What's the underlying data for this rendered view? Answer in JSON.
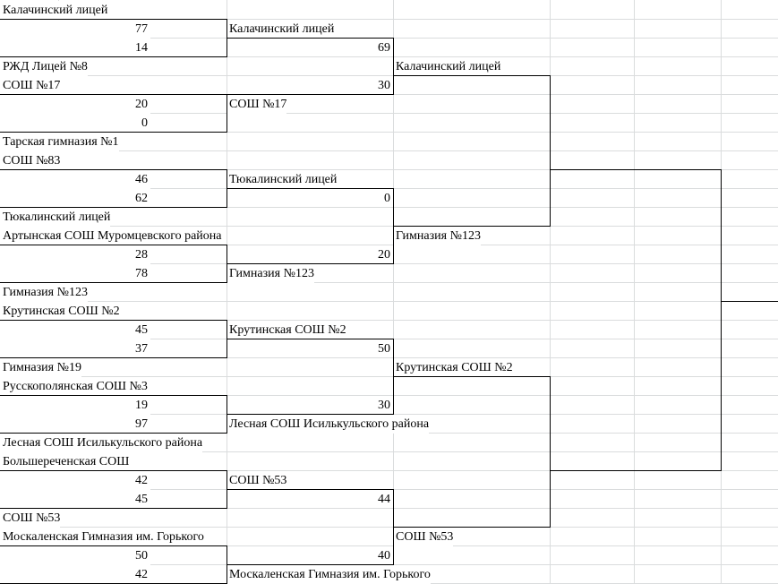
{
  "sheet": {
    "round1": [
      {
        "team_a": "Калачинский лицей",
        "score_a": "77",
        "score_b": "14",
        "team_b": "РЖД Лицей №8"
      },
      {
        "team_a": "СОШ №17",
        "score_a": "20",
        "score_b": "0",
        "team_b": "Тарская гимназия №1"
      },
      {
        "team_a": "СОШ №83",
        "score_a": "46",
        "score_b": "62",
        "team_b": "Тюкалинский лицей"
      },
      {
        "team_a": "Артынская СОШ Муромцевского района",
        "score_a": "28",
        "score_b": "78",
        "team_b": "Гимназия №123"
      },
      {
        "team_a": "Крутинская СОШ №2",
        "score_a": "45",
        "score_b": "37",
        "team_b": "Гимназия №19"
      },
      {
        "team_a": "Русскополянская СОШ №3",
        "score_a": "19",
        "score_b": "97",
        "team_b": "Лесная СОШ Исилькульского района"
      },
      {
        "team_a": "Большереченская СОШ",
        "score_a": "42",
        "score_b": "45",
        "team_b": "СОШ №53"
      },
      {
        "team_a": "Москаленская Гимназия им. Горького",
        "score_a": "50",
        "score_b": "42",
        "team_b": ""
      }
    ],
    "round2": [
      {
        "winner_a": "Калачинский лицей",
        "score_a": "69",
        "score_b": "30",
        "winner_b": "СОШ №17"
      },
      {
        "winner_a": "Тюкалинский лицей",
        "score_a": "0",
        "score_b": "20",
        "winner_b": "Гимназия №123"
      },
      {
        "winner_a": "Крутинская СОШ №2",
        "score_a": "50",
        "score_b": "30",
        "winner_b": "Лесная СОШ Исилькульского района"
      },
      {
        "winner_a": "СОШ №53",
        "score_a": "44",
        "score_b": "40",
        "winner_b": "Москаленская Гимназия им. Горького"
      }
    ],
    "round3": [
      {
        "winner_a": "Калачинский лицей",
        "winner_b": "Гимназия №123"
      },
      {
        "winner_a": "Крутинская СОШ №2",
        "winner_b": "СОШ №53"
      }
    ]
  }
}
